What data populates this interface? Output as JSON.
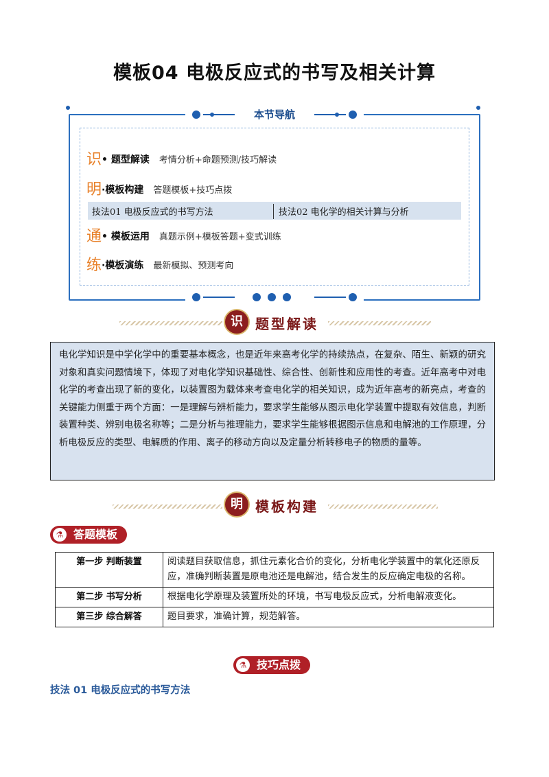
{
  "page_title": "模板04  电极反应式的书写及相关计算",
  "nav": {
    "header": "本节导航",
    "rows": [
      {
        "char": "识",
        "label": "• 题型解读",
        "desc": "考情分析+命题预测/技巧解读"
      },
      {
        "char": "明",
        "label": "·模板构建",
        "desc": "答题模板+技巧点拨"
      },
      {
        "char": "通",
        "label": "• 模板运用",
        "desc": "真题示例+模板答题+变式训练"
      },
      {
        "char": "练",
        "label": "·模板演练",
        "desc": "最新模拟、预测考向"
      }
    ],
    "techniques": [
      "技法01    电极反应式的书写方法",
      "技法02  电化学的相关计算与分析"
    ]
  },
  "section1": {
    "seal": "识",
    "title": "题型解读"
  },
  "intro_text": "电化学知识是中学化学中的重要基本概念，也是近年来高考化学的持续热点，在复杂、陌生、新颖的研究对象和真实问题情境下，体现了对电化学知识基础性、综合性、创新性和应用性的考查。近年高考中对电化学的考查出现了新的变化，以装置图为载体来考查电化学的相关知识，成为近年高考的新亮点，考查的关键能力侧重于两个方面：一是理解与辨析能力，要求学生能够从图示电化学装置中提取有效信息，判断装置种类、辨别电极名称等；二是分析与推理能力，要求学生能够根据图示信息和电解池的工作原理，分析电极反应的类型、电解质的作用、离子的移动方向以及定量分析转移电子的物质的量等。",
  "section2": {
    "seal": "明",
    "title": "模板构建"
  },
  "tag_answer": "答题模板",
  "steps": [
    {
      "step": "第一步  判断装置",
      "desc": "阅读题目获取信息，抓住元素化合价的变化，分析电化学装置中的氧化还原反应，准确判断装置是原电池还是电解池，结合发生的反应确定电极的名称。"
    },
    {
      "step": "第二步  书写分析",
      "desc": "根据电化学原理及装置所处的环境，书写电极反应式，分析电解液变化。"
    },
    {
      "step": "第三步  综合解答",
      "desc": "题目要求，准确计算，规范解答。"
    }
  ],
  "tag_tips": "技巧点拨",
  "method_title": "技法 01  电极反应式的书写方法",
  "colors": {
    "accent_blue": "#2b6fbf",
    "orange": "#e8812a",
    "seal_red": "#8c1e1e",
    "tag_red": "#b02027",
    "intro_bg": "#d8e2ef"
  }
}
